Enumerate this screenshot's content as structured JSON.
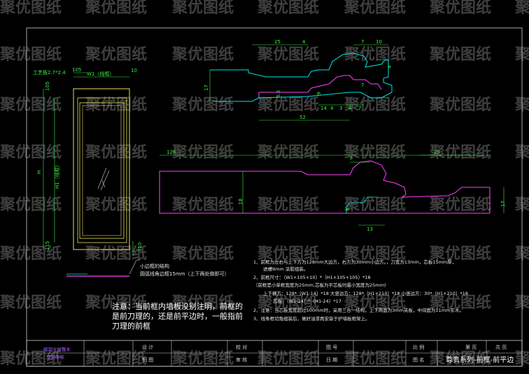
{
  "watermark": "聚优图纸",
  "colors": {
    "background": "#000000",
    "profile": "#00e5e5",
    "dimension": "#3cf03c",
    "frame": "#d0d0d0",
    "panel": "#ff40ff",
    "door": "#e8e060",
    "titleblock_text": "#a060ff"
  },
  "elevation": {
    "header_label": "工艺板2.7*2.4",
    "dim_top": "105",
    "dim_w": "W1（线框）",
    "dim_right": "10",
    "dim_h_outer": "H",
    "dim_h_inner": "H1（线框）",
    "dim_top_left": "105",
    "dim_bottom": "115",
    "dim_bottom_right": "110"
  },
  "profile_top": {
    "d25": "25",
    "d4a": "4",
    "d7a": "7",
    "d10": "10",
    "d4b": "4",
    "d17": "17",
    "d3_5": "3.5",
    "d9": "9",
    "d7b": "7",
    "d14": "14",
    "d4c": "4",
    "d3": "3",
    "d4d": "4",
    "d7c": "7",
    "d52": "52"
  },
  "profile_bottom": {
    "d128": "128",
    "d7": "7",
    "d25": "25",
    "d18": "18",
    "d9": "9",
    "d13": "13",
    "d17": "17"
  },
  "legend": {
    "line1": "小边框的结构",
    "line2": "圆弧线角边框15mm（上下两处做即可）"
  },
  "notes": {
    "n1a": "1、前框为左右与上下方为128mm大边方，右方为30mm小边方。，刀宽为13mm，芯板15mm厚，",
    "n1b": "进槽9mm  涂胶组装。",
    "n1c": "2、前框尺寸：（W1+105+10）*（H1+105+105）*18",
    "n1d": "（前框是小单框宽度为25mm,芯板为平芯板时最小宽度为25mm)",
    "n1e": "上下横方：128*（W1-14）*18      大竖边方：128*（H1+210）*18      小竖边方：30*（H1+210）*18",
    "n1f": "芯板：（W1-24）*（H1-24）*17",
    "n2": "2、注意：当芯板宽度超过500mm时，采用三合一结构，上下两面为3mm夹板，中间面为11mm实木。",
    "n3": "3、线条框切角组装后，做好油漆再安装于护墙板框架上。"
  },
  "big_note": {
    "l1": "注意：当前框内墙板没别注明，前框的",
    "l2": "是前刀理的，还是前平边时，一般指前",
    "l3": "刀理的前框"
  },
  "title_block": {
    "company1": "缩润全屋整木",
    "company2": "定制专家",
    "design": "设  计",
    "draw": "制  图",
    "check": "校  对",
    "review": "审  核",
    "drawing_no": "图  号",
    "date": "日  期",
    "scale": "比  例",
    "drawing_name": "图  名",
    "page": "第  页",
    "total": "共  页",
    "title": "尊贵系列-前框-前平边"
  }
}
